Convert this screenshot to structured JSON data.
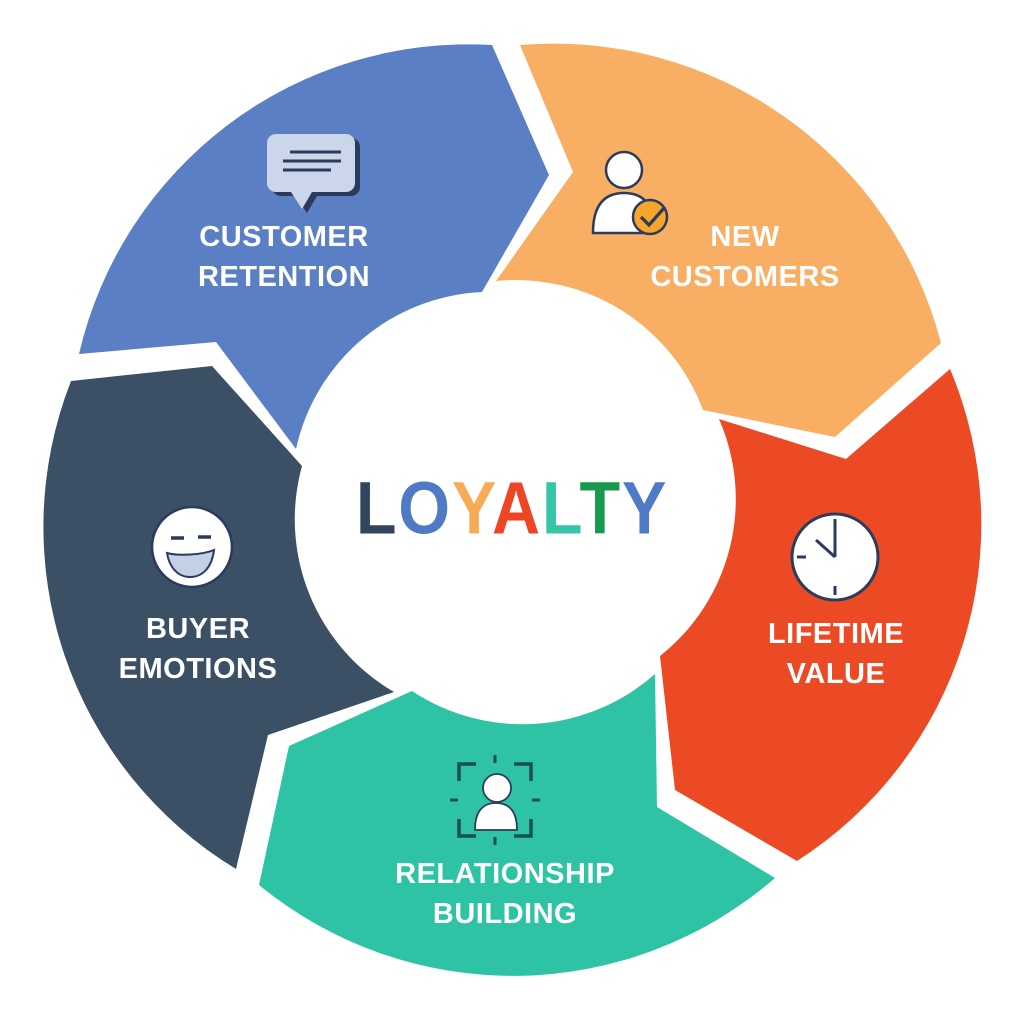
{
  "title": {
    "text": "LOYALTY",
    "letters": [
      {
        "ch": "L",
        "style": "color:#31455d"
      },
      {
        "ch": "O",
        "style": "color:#4e7ac6"
      },
      {
        "ch": "Y",
        "style": "color:#f8ab55"
      },
      {
        "ch": "A",
        "style": "color:#ee4524"
      },
      {
        "ch": "L",
        "style": "color:#36c6a7"
      },
      {
        "ch": "T",
        "style": "color:#179a4e"
      },
      {
        "ch": "Y",
        "style": "color:#4e7ac6"
      }
    ]
  },
  "segments": [
    {
      "id": "customer-retention",
      "label": "CUSTOMER\nRETENTION",
      "color": "#5a7fc4",
      "icon": "speech-bubble-icon"
    },
    {
      "id": "new-customers",
      "label": "NEW\nCUSTOMERS",
      "color": "#f8ae63",
      "icon": "person-check-icon"
    },
    {
      "id": "lifetime-value",
      "label": "LIFETIME\nVALUE",
      "color": "#eb4a25",
      "icon": "clock-icon"
    },
    {
      "id": "relationship-building",
      "label": "RELATIONSHIP\nBUILDING",
      "color": "#2ec3a5",
      "icon": "focus-person-icon"
    },
    {
      "id": "buyer-emotions",
      "label": "BUYER\nEMOTIONS",
      "color": "#3b5064",
      "icon": "laugh-face-icon"
    }
  ],
  "icon_colors": {
    "outline": "#2b3b5e",
    "bubble_fill": "#cbd6ea",
    "check_badge_fill": "#f5a62b",
    "bracket": "#174e58",
    "mouth_fill": "#c4d0e6",
    "white": "#ffffff"
  },
  "background": "#ffffff"
}
